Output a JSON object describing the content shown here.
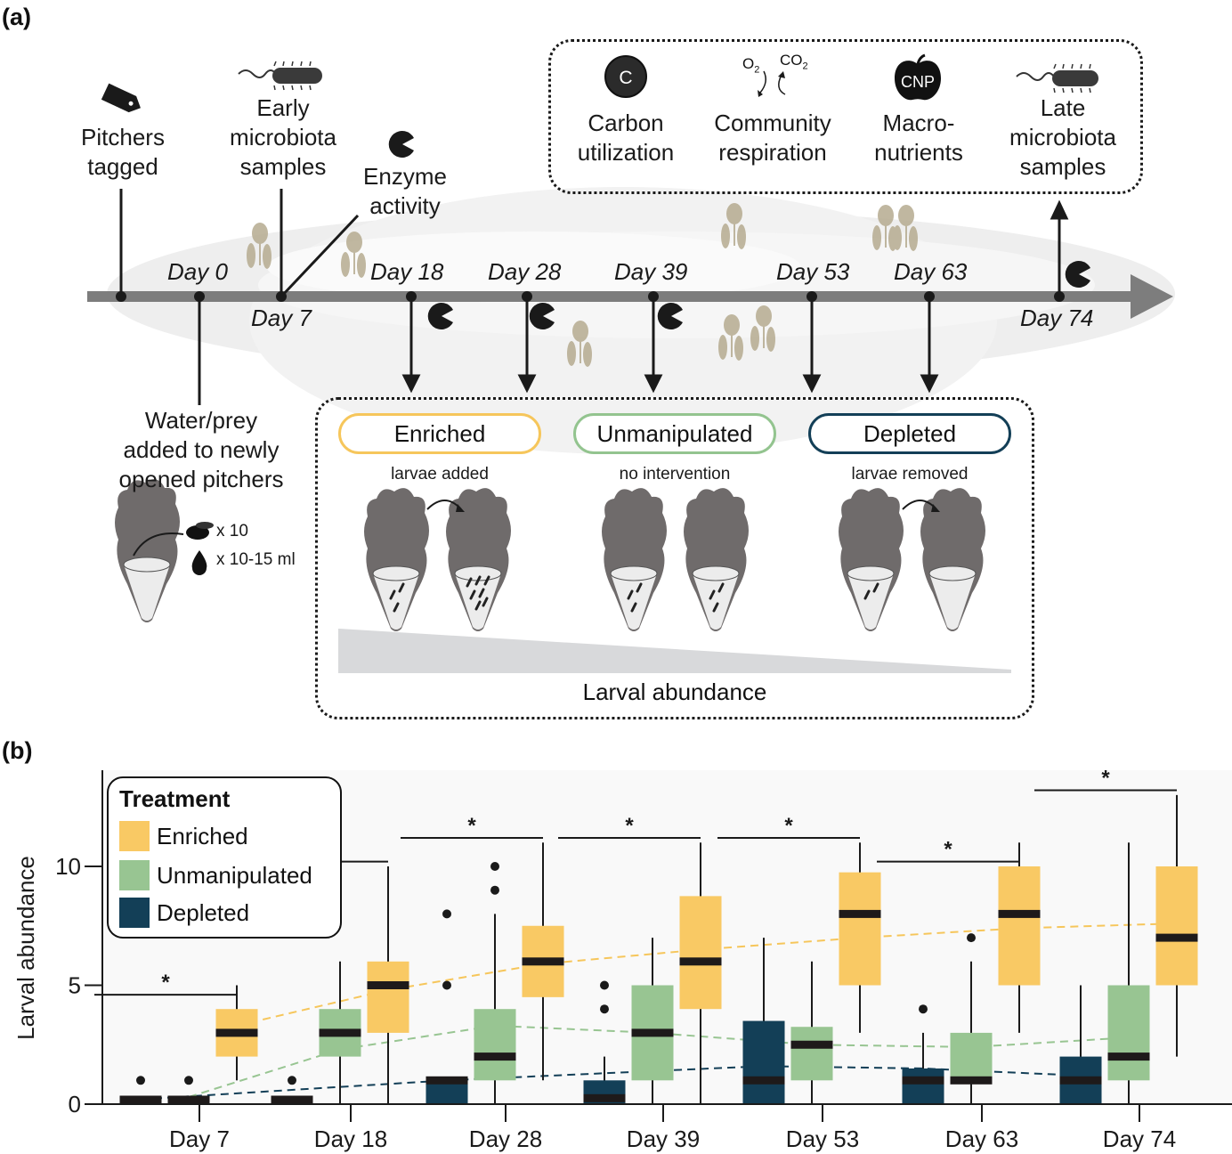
{
  "panel_a": {
    "label": "(a)",
    "events_above": [
      {
        "id": "pitchers-tagged",
        "lines": [
          "Pitchers",
          "tagged"
        ],
        "icon": "tag-icon"
      },
      {
        "id": "early-microbiota",
        "lines": [
          "Early",
          "microbiota",
          "samples"
        ],
        "icon": "bacterium-icon"
      },
      {
        "id": "enzyme-activity",
        "lines": [
          "Enzyme",
          "activity"
        ],
        "icon": "pacman-enzyme-icon"
      }
    ],
    "days": {
      "d0": "Day 0",
      "d7": "Day 7",
      "d18": "Day 18",
      "d28": "Day 28",
      "d39": "Day 39",
      "d53": "Day 53",
      "d63": "Day 63",
      "d74": "Day 74"
    },
    "water_prey": {
      "lines": [
        "Water/prey",
        "added to newly",
        "opened pitchers"
      ],
      "fly_count": "x 10",
      "water_volume": "x 10-15 ml"
    },
    "late_box": {
      "items": [
        {
          "lines": [
            "Carbon",
            "utilization"
          ],
          "icon": "carbon-icon",
          "icon_text": "C"
        },
        {
          "lines": [
            "Community",
            "respiration"
          ],
          "icon": "respiration-icon",
          "o2": "O",
          "co2": "CO",
          "sub": "2"
        },
        {
          "lines": [
            "Macro-",
            "nutrients"
          ],
          "icon": "apple-cnp-icon",
          "icon_text": "CNP"
        },
        {
          "lines": [
            "Late",
            "microbiota",
            "samples"
          ],
          "icon": "bacterium-icon"
        }
      ]
    },
    "treatment_box": {
      "treatments": [
        {
          "name": "Enriched",
          "action": "larvae added",
          "color": "#f6c65b"
        },
        {
          "name": "Unmanipulated",
          "action": "no intervention",
          "color": "#93c48f"
        },
        {
          "name": "Depleted",
          "action": "larvae removed",
          "color": "#133f57"
        }
      ],
      "gradient_label": "Larval abundance"
    }
  },
  "panel_b": {
    "label": "(b)",
    "legend": {
      "title": "Treatment",
      "items": [
        {
          "name": "Enriched",
          "color": "#f9c964"
        },
        {
          "name": "Unmanipulated",
          "color": "#98c592"
        },
        {
          "name": "Depleted",
          "color": "#133f57"
        }
      ]
    }
  },
  "chart_data": {
    "type": "box",
    "title": "",
    "xlabel": "",
    "ylabel": "Larval abundance",
    "ylim": [
      0,
      13.5
    ],
    "yticks": [
      0,
      5,
      10
    ],
    "categories": [
      "Day 7",
      "Day 18",
      "Day 28",
      "Day 39",
      "Day 53",
      "Day 63",
      "Day 74"
    ],
    "legend_position": "top-left",
    "series": [
      {
        "name": "Depleted",
        "color": "#133f57",
        "boxes": [
          {
            "min": 0,
            "q1": 0,
            "median": 0,
            "q3": 0,
            "max": 0,
            "outliers": [
              1
            ]
          },
          {
            "min": 0,
            "q1": 0,
            "median": 0,
            "q3": 0,
            "max": 0,
            "outliers": [
              1
            ]
          },
          {
            "min": 0,
            "q1": 0,
            "median": 1,
            "q3": 1.1,
            "max": 1.1,
            "outliers": [
              5,
              8
            ]
          },
          {
            "min": 0,
            "q1": 0,
            "median": 0.25,
            "q3": 1,
            "max": 2,
            "outliers": [
              4,
              5
            ]
          },
          {
            "min": 0,
            "q1": 0,
            "median": 1,
            "q3": 3.5,
            "max": 7,
            "outliers": []
          },
          {
            "min": 0,
            "q1": 0,
            "median": 1,
            "q3": 1.5,
            "max": 3,
            "outliers": [
              4
            ]
          },
          {
            "min": 0,
            "q1": 0,
            "median": 1,
            "q3": 2,
            "max": 5,
            "outliers": []
          }
        ],
        "trend": [
          0.2,
          0.6,
          1.0,
          1.3,
          1.6,
          1.5,
          1.2
        ]
      },
      {
        "name": "Unmanipulated",
        "color": "#98c592",
        "boxes": [
          {
            "min": 0,
            "q1": 0,
            "median": 0,
            "q3": 0,
            "max": 0,
            "outliers": [
              1
            ]
          },
          {
            "min": 0,
            "q1": 2,
            "median": 3,
            "q3": 4,
            "max": 6,
            "outliers": []
          },
          {
            "min": 0,
            "q1": 1,
            "median": 2,
            "q3": 4,
            "max": 8,
            "outliers": [
              9,
              10
            ]
          },
          {
            "min": 0,
            "q1": 1,
            "median": 3,
            "q3": 5,
            "max": 7,
            "outliers": []
          },
          {
            "min": 0,
            "q1": 1,
            "median": 2.5,
            "q3": 3.25,
            "max": 6,
            "outliers": []
          },
          {
            "min": 0,
            "q1": 0.9,
            "median": 1,
            "q3": 3,
            "max": 6,
            "outliers": [
              7
            ]
          },
          {
            "min": 0,
            "q1": 1,
            "median": 2,
            "q3": 5,
            "max": 11,
            "outliers": []
          }
        ],
        "trend": [
          0.3,
          2.3,
          3.3,
          3.0,
          2.5,
          2.4,
          2.8
        ]
      },
      {
        "name": "Enriched",
        "color": "#f9c964",
        "boxes": [
          {
            "min": 1,
            "q1": 2,
            "median": 3,
            "q3": 4,
            "max": 5,
            "outliers": []
          },
          {
            "min": 0,
            "q1": 3,
            "median": 5,
            "q3": 6,
            "max": 10,
            "outliers": []
          },
          {
            "min": 1,
            "q1": 4.5,
            "median": 6,
            "q3": 7.5,
            "max": 11,
            "outliers": []
          },
          {
            "min": 0,
            "q1": 4,
            "median": 6,
            "q3": 8.75,
            "max": 11,
            "outliers": []
          },
          {
            "min": 3,
            "q1": 5,
            "median": 8,
            "q3": 9.75,
            "max": 11,
            "outliers": []
          },
          {
            "min": 3,
            "q1": 5,
            "median": 8,
            "q3": 10,
            "max": 11,
            "outliers": []
          },
          {
            "min": 2,
            "q1": 5,
            "median": 7,
            "q3": 10,
            "max": 13,
            "outliers": []
          }
        ],
        "trend": [
          3.3,
          4.8,
          5.9,
          6.5,
          7.0,
          7.4,
          7.6
        ]
      }
    ],
    "significance": [
      {
        "category": "Day 7",
        "label": "*",
        "y": 4.6
      },
      {
        "category": "Day 18",
        "label": "*",
        "y": 10.2
      },
      {
        "category": "Day 28",
        "label": "*",
        "y": 11.2
      },
      {
        "category": "Day 39",
        "label": "*",
        "y": 11.2
      },
      {
        "category": "Day 53",
        "label": "*",
        "y": 11.2
      },
      {
        "category": "Day 63",
        "label": "*",
        "y": 10.2
      },
      {
        "category": "Day 74",
        "label": "*",
        "y": 13.2
      }
    ]
  }
}
